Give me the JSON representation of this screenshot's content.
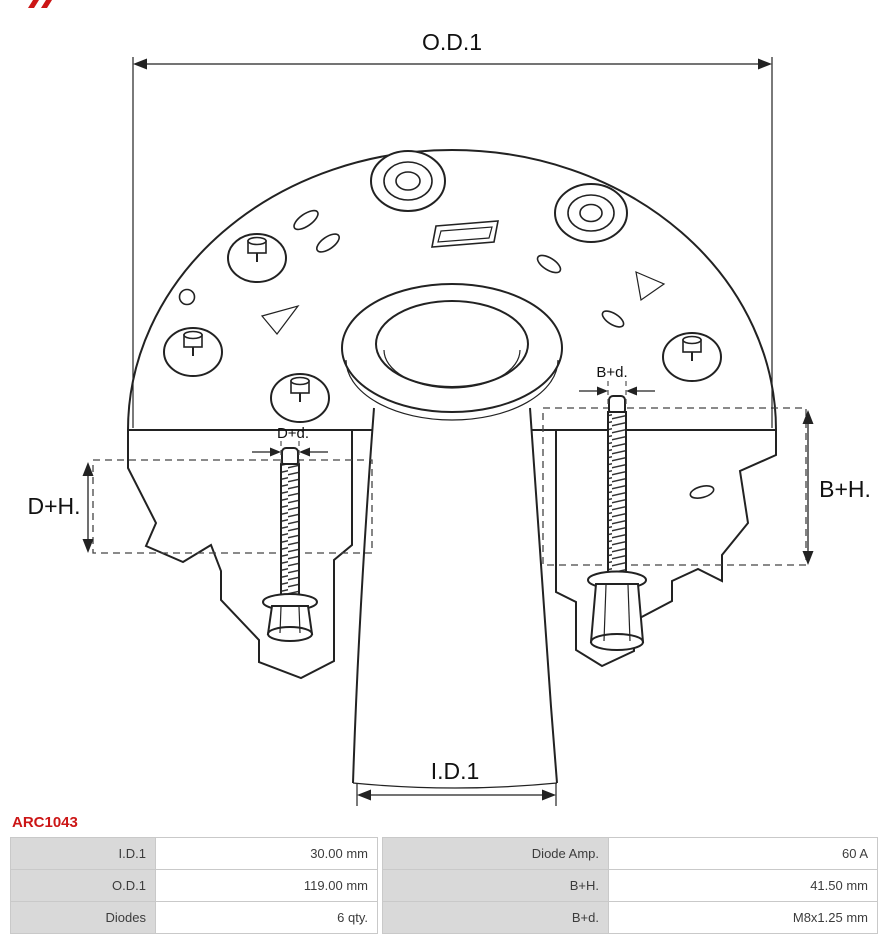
{
  "part_number": "ARC1043",
  "colors": {
    "accent_red": "#cc1616",
    "line": "#222222",
    "table_label_bg": "#d9d9d9",
    "table_border": "#c9c9c9"
  },
  "drawing": {
    "labels": {
      "od1": "O.D.1",
      "id1": "I.D.1",
      "b_plus_d": "B+d.",
      "d_plus_d": "D+d.",
      "b_plus_h": "B+H.",
      "d_plus_h": "D+H."
    }
  },
  "spec_table": {
    "left_rows": [
      {
        "label": "I.D.1",
        "value": "30.00 mm"
      },
      {
        "label": "O.D.1",
        "value": "119.00 mm"
      },
      {
        "label": "Diodes",
        "value": "6 qty."
      }
    ],
    "right_rows": [
      {
        "label": "Diode Amp.",
        "value": "60 A"
      },
      {
        "label": "B+H.",
        "value": "41.50 mm"
      },
      {
        "label": "B+d.",
        "value": "M8x1.25 mm"
      }
    ]
  }
}
